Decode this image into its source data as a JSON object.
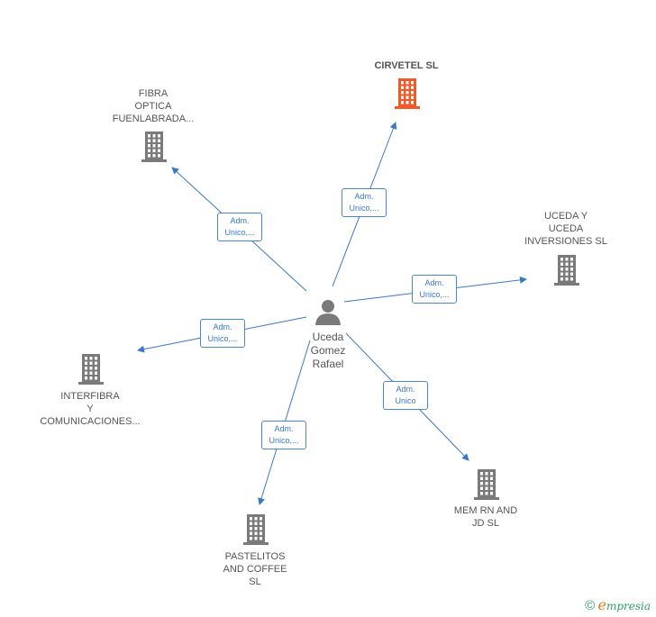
{
  "center": {
    "label": "Uceda\nGomez\nRafael",
    "icon": "person-icon"
  },
  "nodes": [
    {
      "id": "cirvetel",
      "label": "CIRVETEL  SL",
      "icon": "building-icon",
      "color": "#f05a28",
      "main": true,
      "relation": "Adm.\nUnico,..."
    },
    {
      "id": "fibra",
      "label": "FIBRA\nOPTICA\nFUENLABRADA...",
      "icon": "building-icon",
      "color": "#7a7a7a",
      "main": false,
      "relation": "Adm.\nUnico,..."
    },
    {
      "id": "uceda",
      "label": "UCEDA Y\nUCEDA\nINVERSIONES SL",
      "icon": "building-icon",
      "color": "#7a7a7a",
      "main": false,
      "relation": "Adm.\nUnico,..."
    },
    {
      "id": "interfibra",
      "label": "INTERFIBRA\nY\nCOMUNICACIONES...",
      "icon": "building-icon",
      "color": "#7a7a7a",
      "main": false,
      "relation": "Adm.\nUnico,..."
    },
    {
      "id": "memrn",
      "label": "MEM RN AND\nJD SL",
      "icon": "building-icon",
      "color": "#7a7a7a",
      "main": false,
      "relation": "Adm.\nUnico"
    },
    {
      "id": "pastelitos",
      "label": "PASTELITOS\nAND COFFEE\nSL",
      "icon": "building-icon",
      "color": "#7a7a7a",
      "main": false,
      "relation": "Adm.\nUnico,..."
    }
  ],
  "colors": {
    "edge": "#3a78c8",
    "person": "#7a7a7a"
  },
  "brand": {
    "copyright": "©",
    "initial": "e",
    "name": "mpresia"
  }
}
